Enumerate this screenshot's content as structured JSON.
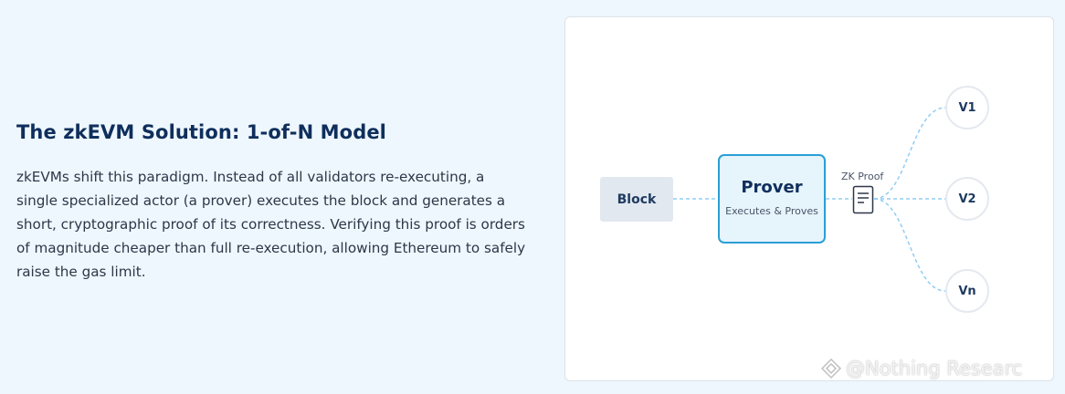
{
  "section": {
    "heading": "The zkEVM Solution: 1-of-N Model",
    "body": "zkEVMs shift this paradigm. Instead of all validators re-executing, a single specialized actor (a prover) executes the block and generates a short, cryptographic proof of its correctness. Verifying this proof is orders of magnitude cheaper than full re-execution, allowing Ethereum to safely raise the gas limit."
  },
  "diagram": {
    "block_label": "Block",
    "prover_title": "Prover",
    "prover_subtitle": "Executes & Proves",
    "proof_label": "ZK Proof",
    "proof_icon": "document-icon",
    "validators": [
      "V1",
      "V2",
      "Vn"
    ],
    "colors": {
      "accent": "#2a9fd6",
      "connector": "#90cdf4",
      "heading": "#0f2e5c",
      "prover_fill": "#e6f4fc",
      "block_fill": "#e2e8f0"
    }
  },
  "watermark": {
    "text": "@Nothing Researc"
  }
}
